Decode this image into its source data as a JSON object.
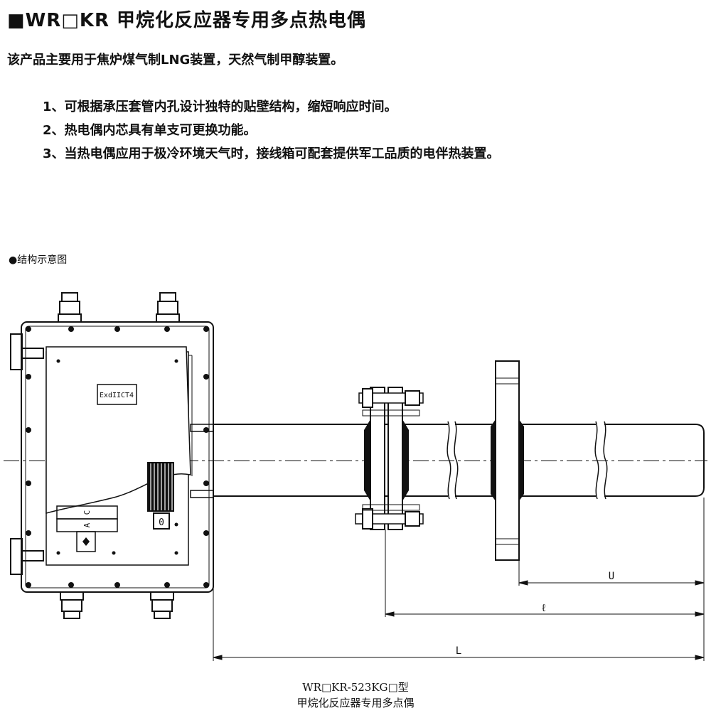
{
  "header": {
    "title": "■WR□KR 甲烷化反应器专用多点热电偶"
  },
  "intro": {
    "text": "该产品主要用于焦炉煤气制LNG装置，天然气制甲醇装置。"
  },
  "features": [
    "1、可根据承压套管内孔设计独特的贴壁结构，缩短响应时间。",
    "2、热电偶内芯具有单支可更换功能。",
    "3、当热电偶应用于极冷环境天气时，接线箱可配套提供军工品质的电伴热装置。"
  ],
  "diagram": {
    "section_title": "●结构示意图",
    "nameplate": "ExdIICT4",
    "terminal_label_c": "C",
    "terminal_label_a": "A",
    "connector_label": "0",
    "dim_u": "U",
    "dim_l_small": "ℓ",
    "dim_l_big": "L",
    "caption_model": "WR□KR-523KG□型",
    "caption_name": "甲烷化反应器专用多点偶"
  }
}
